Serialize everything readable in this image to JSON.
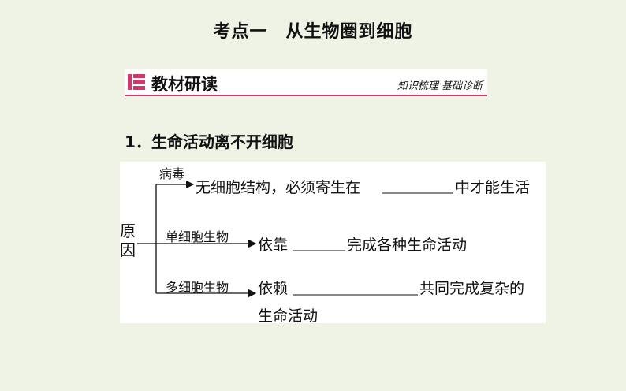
{
  "slide": {
    "title": "考点一　从生物圈到细胞",
    "banner": {
      "main": "教材研读",
      "side": "知识梳理  基础诊断",
      "accent_color": "#d2386a",
      "icon": "section-bar-icon"
    },
    "section_heading": "1．生命活动离不开细胞",
    "diagram": {
      "cause_line1": "原",
      "cause_line2": "因",
      "branches": [
        {
          "label": "病毒",
          "text_before": "无细胞结构，必须寄生在",
          "text_after": "中才能生活"
        },
        {
          "label": "单细胞生物",
          "text_before": "依靠",
          "text_after": "完成各种生命活动"
        },
        {
          "label": "多细胞生物",
          "text_before": "依赖",
          "text_after": "共同完成复杂的",
          "text_line2": "生命活动"
        }
      ]
    }
  }
}
